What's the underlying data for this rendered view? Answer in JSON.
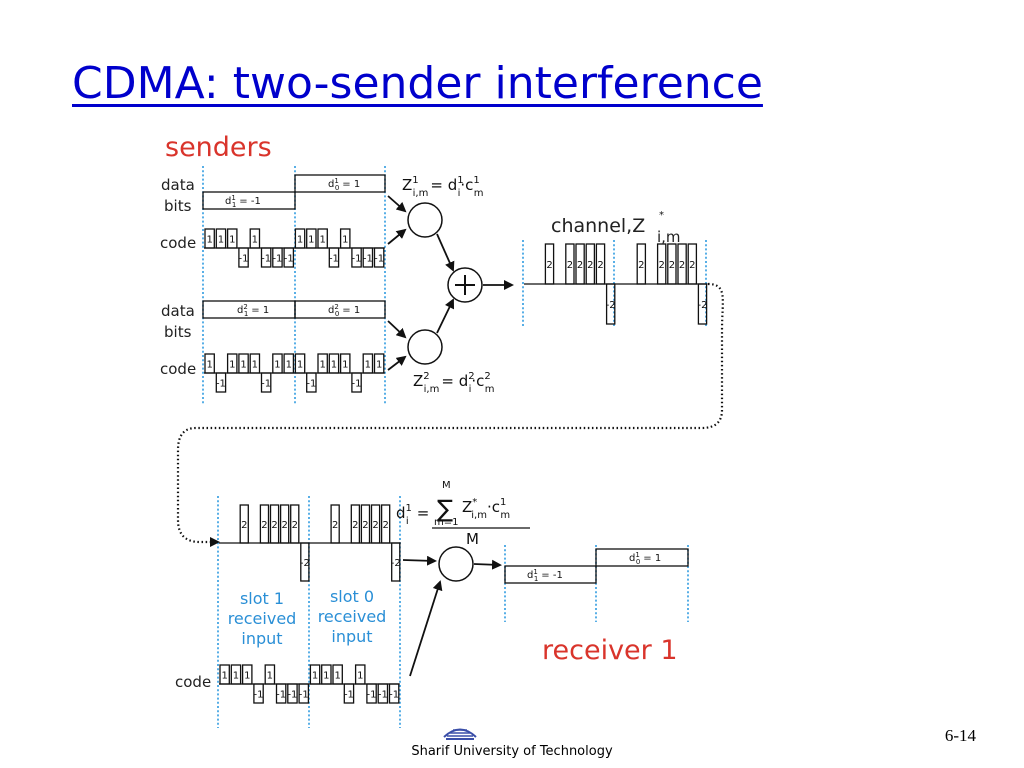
{
  "title": "CDMA: two-sender interference",
  "senders_label": "senders",
  "receiver_label": "receiver 1",
  "channel_label": "channel,Z",
  "channel_sub": "i,m",
  "channel_sup": "*",
  "labels": {
    "data": "data",
    "bits": "bits",
    "code": "code"
  },
  "sender1": {
    "bit_slot1": "d",
    "bit_slot1_sub": "1",
    "bit_slot1_sup": "1",
    "bit_slot1_val": "= -1",
    "bit_slot0": "d",
    "bit_slot0_sub": "0",
    "bit_slot0_sup": "1",
    "bit_slot0_val": "= 1",
    "code": [
      1,
      1,
      1,
      -1,
      1,
      -1,
      -1,
      -1
    ],
    "code_up_label": "1",
    "code_down_label": "-1"
  },
  "sender2": {
    "bit_slot1": "d",
    "bit_slot1_sub": "1",
    "bit_slot1_sup": "2",
    "bit_slot1_val": "= 1",
    "bit_slot0": "d",
    "bit_slot0_sub": "0",
    "bit_slot0_sup": "2",
    "bit_slot0_val": "= 1",
    "code": [
      1,
      -1,
      1,
      1,
      1,
      -1,
      1,
      1
    ],
    "code_up_label": "1",
    "code_down_label": "-1"
  },
  "channel_signal": [
    0,
    0,
    2,
    0,
    2,
    2,
    2,
    2,
    -2,
    0,
    0,
    2,
    0,
    2,
    2,
    2,
    2,
    -2
  ],
  "channel_up_label": "2",
  "channel_down_label": "-2",
  "receiver": {
    "slot1_text": [
      "slot 1",
      "received",
      "input"
    ],
    "slot0_text": [
      "slot 0",
      "received",
      "input"
    ],
    "code": [
      1,
      1,
      1,
      -1,
      1,
      -1,
      -1,
      -1
    ],
    "out_slot1": "d",
    "out_slot1_sub": "1",
    "out_slot1_sup": "1",
    "out_slot1_val": "= -1",
    "out_slot0": "d",
    "out_slot0_sub": "0",
    "out_slot0_sup": "1",
    "out_slot0_val": "= 1"
  },
  "formulas": {
    "z1": {
      "Z": "Z",
      "sup": "1",
      "sub": "i,m",
      "eq": "= d",
      "d_sup": "1",
      "d_sub": "i",
      "c": "·c",
      "c_sup": "1",
      "c_sub": "m"
    },
    "z2": {
      "Z": "Z",
      "sup": "2",
      "sub": "i,m",
      "eq": "= d",
      "d_sup": "2",
      "d_sub": "i",
      "c": "·c",
      "c_sup": "2",
      "c_sub": "m"
    },
    "decode": {
      "d": "d",
      "d_sup": "1",
      "d_sub": "i",
      "eq": "=",
      "sum": "∑",
      "top": "M",
      "bottom": "m=1",
      "body": "Z",
      "body_sup": "*",
      "body_sub": "i,m",
      "c": "·c",
      "c_sup": "1",
      "c_sub": "m",
      "denominator": "M"
    }
  },
  "footer": "Sharif University of Technology",
  "page_number": "6-14"
}
